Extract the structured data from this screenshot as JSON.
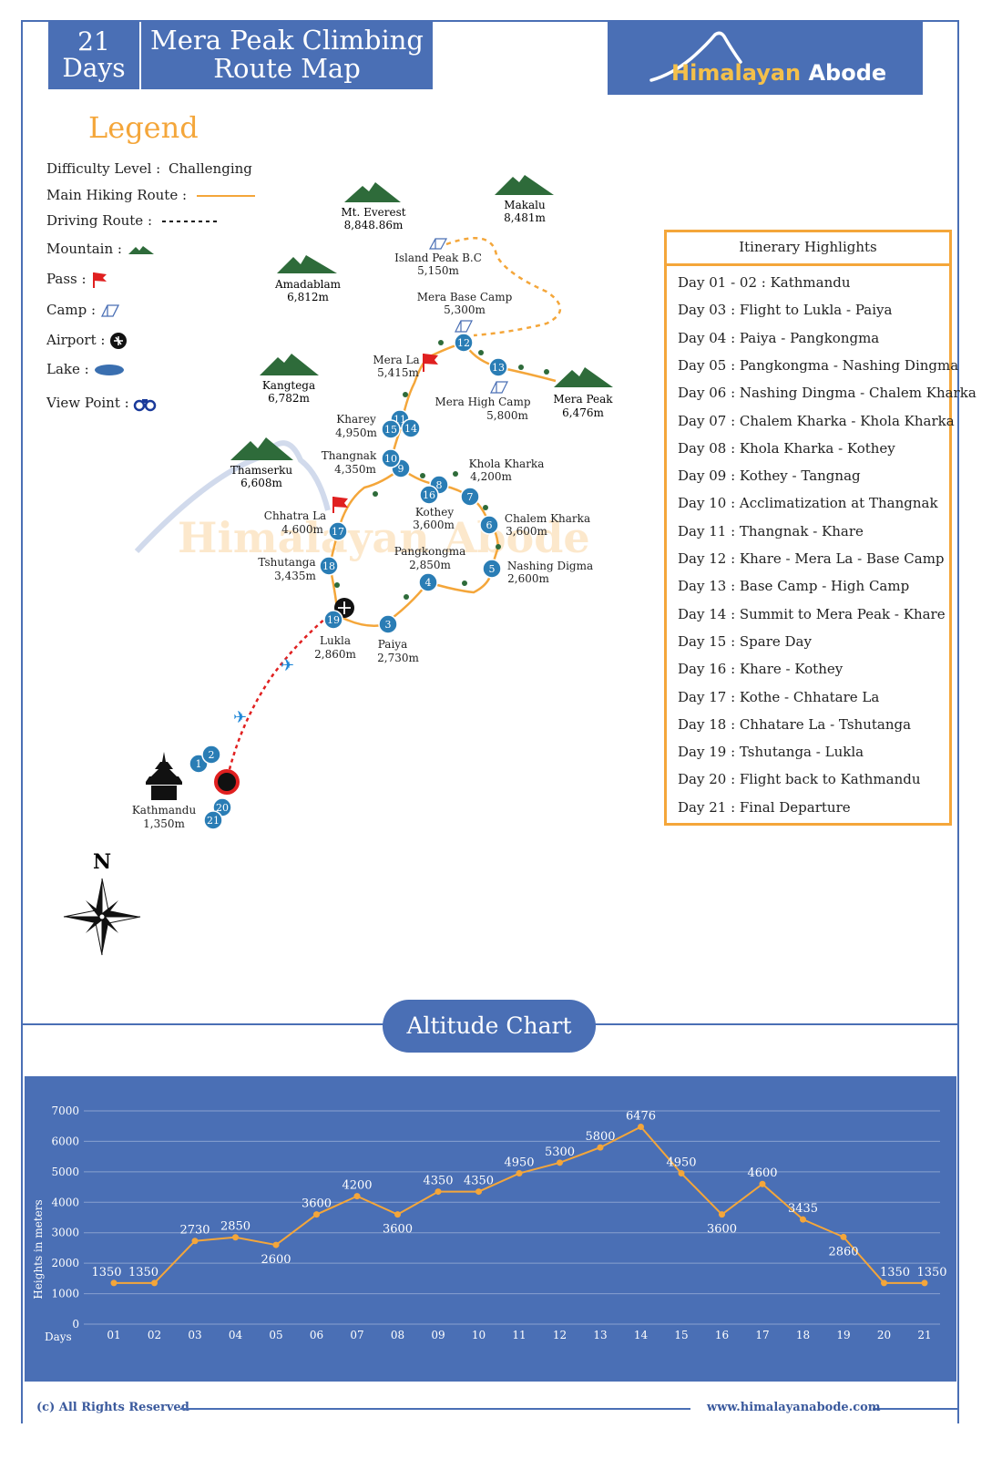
{
  "header": {
    "days_number": "21",
    "days_label": "Days",
    "title_line1": "Mera Peak Climbing",
    "title_line2": "Route Map",
    "logo_part1": "Himalayan",
    "logo_part2": "Abode"
  },
  "legend": {
    "title": "Legend",
    "difficulty_label": "Difficulty Level :",
    "difficulty_value": "Challenging",
    "main_route": "Main Hiking Route :",
    "driving_route": "Driving Route :",
    "mountain": "Mountain :",
    "pass": "Pass :",
    "camp": "Camp :",
    "airport": "Airport :",
    "lake": "Lake :",
    "view_point": "View Point :"
  },
  "map": {
    "watermark": "Himalayan Abode",
    "north": "N",
    "mountains": [
      {
        "name": "Mt. Everest",
        "elev": "8,848.86m"
      },
      {
        "name": "Makalu",
        "elev": "8,481m"
      },
      {
        "name": "Amadablam",
        "elev": "6,812m"
      },
      {
        "name": "Kangtega",
        "elev": "6,782m"
      },
      {
        "name": "Thamserku",
        "elev": "6,608m"
      },
      {
        "name": "Mera Peak",
        "elev": "6,476m"
      }
    ],
    "places": [
      {
        "name": "Island Peak B.C",
        "elev": "5,150m"
      },
      {
        "name": "Mera Base Camp",
        "elev": "5,300m"
      },
      {
        "name": "Mera La",
        "elev": "5,415m"
      },
      {
        "name": "Mera High Camp",
        "elev": "5,800m"
      },
      {
        "name": "Kharey",
        "elev": "4,950m"
      },
      {
        "name": "Thangnak",
        "elev": "4,350m"
      },
      {
        "name": "Khola Kharka",
        "elev": "4,200m"
      },
      {
        "name": "Kothey",
        "elev": "3,600m"
      },
      {
        "name": "Chalem Kharka",
        "elev": "3,600m"
      },
      {
        "name": "Chhatra La",
        "elev": "4,600m"
      },
      {
        "name": "Pangkongma",
        "elev": "2,850m"
      },
      {
        "name": "Nashing Digma",
        "elev": "2,600m"
      },
      {
        "name": "Tshutanga",
        "elev": "3,435m"
      },
      {
        "name": "Lukla",
        "elev": "2,860m"
      },
      {
        "name": "Paiya",
        "elev": "2,730m"
      },
      {
        "name": "Kathmandu",
        "elev": "1,350m"
      }
    ],
    "day_markers": [
      "1",
      "2",
      "3",
      "4",
      "5",
      "6",
      "7",
      "8",
      "9",
      "10",
      "11",
      "12",
      "13",
      "14",
      "15",
      "16",
      "17",
      "18",
      "19",
      "20",
      "21"
    ]
  },
  "itinerary": {
    "title": "Itinerary Highlights",
    "items": [
      "Day 01 - 02 : Kathmandu",
      "Day 03 : Flight to Lukla - Paiya",
      "Day 04 : Paiya - Pangkongma",
      "Day 05 : Pangkongma - Nashing Dingma",
      "Day 06 : Nashing Dingma - Chalem Kharka",
      "Day 07 : Chalem Kharka - Khola Kharka",
      "Day 08 : Khola Kharka - Kothey",
      "Day 09 : Kothey - Tangnag",
      "Day 10 : Acclimatization at Thangnak",
      "Day 11 : Thangnak - Khare",
      "Day 12 : Khare - Mera La - Base Camp",
      "Day 13 : Base Camp - High Camp",
      "Day 14 : Summit to Mera Peak - Khare",
      "Day 15 : Spare Day",
      "Day 16 : Khare - Kothey",
      "Day 17 : Kothe - Chhatare La",
      "Day 18 : Chhatare La - Tshutanga",
      "Day 19 : Tshutanga - Lukla",
      "Day 20 : Flight back to Kathmandu",
      "Day 21 : Final Departure"
    ]
  },
  "altitude_title": "Altitude Chart",
  "chart_data": {
    "type": "line",
    "ylabel": "Heights in meters",
    "xlabel": "Days",
    "categories": [
      "01",
      "02",
      "03",
      "04",
      "05",
      "06",
      "07",
      "08",
      "09",
      "10",
      "11",
      "12",
      "13",
      "14",
      "15",
      "16",
      "17",
      "18",
      "19",
      "20",
      "21"
    ],
    "values": [
      1350,
      1350,
      2730,
      2850,
      2600,
      3600,
      4200,
      3600,
      4350,
      4350,
      4950,
      5300,
      5800,
      6476,
      4950,
      3600,
      4600,
      3435,
      2860,
      1350,
      1350
    ],
    "yticks": [
      0,
      1000,
      2000,
      3000,
      4000,
      5000,
      6000,
      7000
    ],
    "ylim": [
      0,
      7000
    ],
    "grid": true,
    "line_color": "#f4a63a",
    "background": "#4a6fb5"
  },
  "footer": {
    "left": "(c) All Rights Reserved",
    "right": "www.himalayanabode.com"
  },
  "colors": {
    "brand_blue": "#4a6fb5",
    "orange": "#f4a63a",
    "marker_blue": "#2a7db5",
    "red": "#e02020"
  }
}
